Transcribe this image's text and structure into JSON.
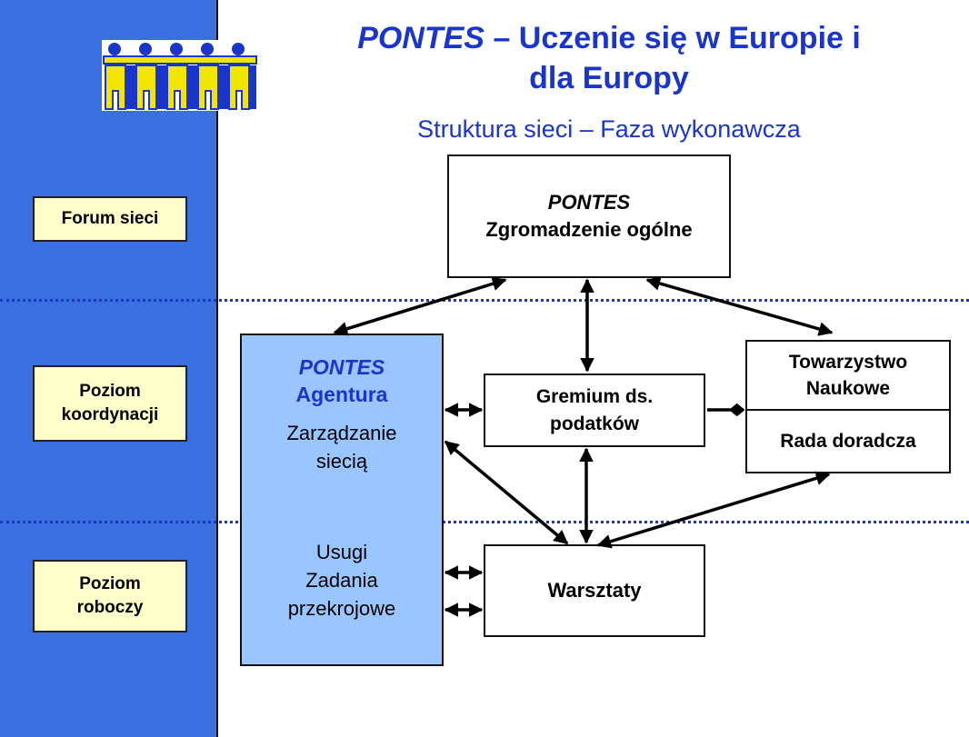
{
  "title": {
    "brand": "PONTES",
    "rest_line1": " – Uczenie się w Europie i",
    "line2": "dla Europy",
    "subtitle": "Struktura sieci – Faza wykonawcza"
  },
  "levels": {
    "forum": "Forum sieci",
    "coord_line1": "Poziom",
    "coord_line2": "koordynacji",
    "work_line1": "Poziom",
    "work_line2": "roboczy"
  },
  "assembly": {
    "brand": "PONTES",
    "label": "Zgromadzenie ogólne"
  },
  "agency": {
    "brand": "PONTES",
    "name": "Agentura",
    "line1": "Zarządzanie",
    "line2": "siecią",
    "line3": "Usugi",
    "line4": "Zadania",
    "line5": "przekrojowe"
  },
  "gremium": {
    "line1": "Gremium ds.",
    "line2": "podatków"
  },
  "society": {
    "line1": "Towarzystwo",
    "line2": "Naukowe",
    "advisory": "Rada doradcza"
  },
  "workshops": {
    "label": "Warsztaty"
  },
  "colors": {
    "sidebar": "#3a6fe0",
    "accent": "#1a35c9",
    "agency_fill": "#99c6ff",
    "level_fill": "#ffffcc"
  },
  "icons": {
    "logo": "people-chain-logo"
  }
}
